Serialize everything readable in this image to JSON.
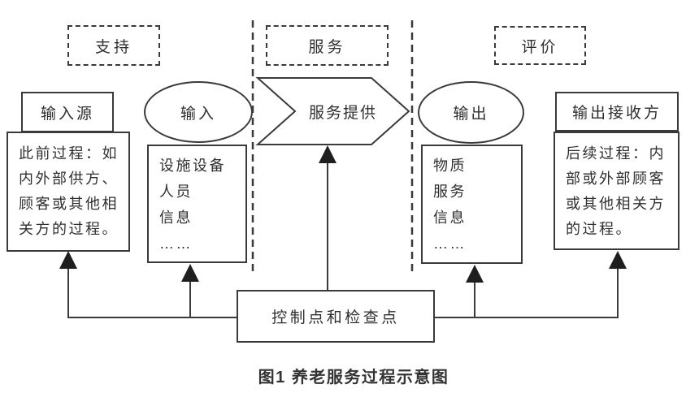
{
  "colors": {
    "stroke": "#3a3a3a",
    "arrow_fill": "#1f1f1f",
    "text": "#2f2f2f",
    "background": "#ffffff"
  },
  "phases": {
    "support": "支持",
    "service": "服务",
    "evaluation": "评价"
  },
  "nodes": {
    "input_source": {
      "title": "输入源",
      "body": "此前过程：如内外部供方、顾客或其他相关方的过程。"
    },
    "input": {
      "label": "输入",
      "items": [
        "设施设备",
        "人员",
        "信息",
        "……"
      ]
    },
    "service_provision": {
      "label": "服务提供"
    },
    "output": {
      "label": "输出",
      "items": [
        "物质",
        "服务",
        "信息",
        "……"
      ]
    },
    "output_receiver": {
      "title": "输出接收方",
      "body": "后续过程：内部或外部顾客或其他相关方的过程。"
    },
    "control_point": {
      "label": "控制点和检查点"
    }
  },
  "caption": "图1 养老服务过程示意图"
}
